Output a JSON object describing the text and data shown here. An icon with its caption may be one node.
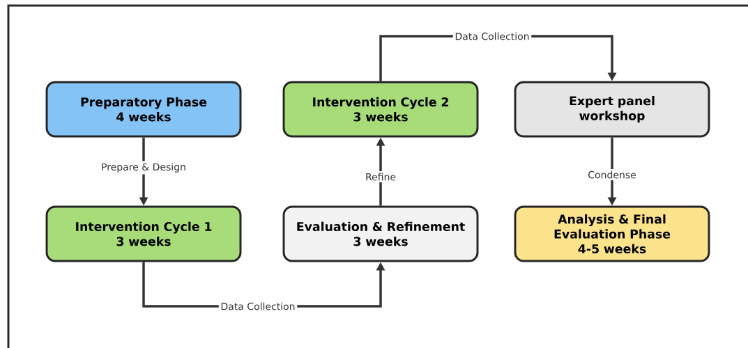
{
  "diagram": {
    "nodes": [
      {
        "text": [
          "Preparatory Phase",
          "4 weeks"
        ]
      },
      {
        "text": [
          "Intervention Cycle 1",
          "3 weeks"
        ]
      },
      {
        "text": [
          "Evaluation & Refinement",
          "3 weeks"
        ]
      },
      {
        "text": [
          "Intervention Cycle 2",
          "3 weeks"
        ]
      },
      {
        "text": [
          "Expert panel",
          "workshop"
        ]
      },
      {
        "text": [
          "Analysis & Final Evaluation Phase",
          "4-5 weeks"
        ]
      }
    ],
    "edges": [
      {
        "from": 0,
        "to": 1,
        "arrow": "to",
        "label": "Prepare & Design"
      },
      {
        "from": 1,
        "to": 2,
        "arrow": "to",
        "label": "Data Collection"
      },
      {
        "from": 2,
        "to": 3,
        "arrow": "to",
        "label": "Refine"
      },
      {
        "from": 3,
        "to": 4,
        "arrow": "to",
        "label": "Data Collection"
      },
      {
        "from": 4,
        "to": 5,
        "arrow": "to",
        "label": "Condense"
      }
    ]
  }
}
